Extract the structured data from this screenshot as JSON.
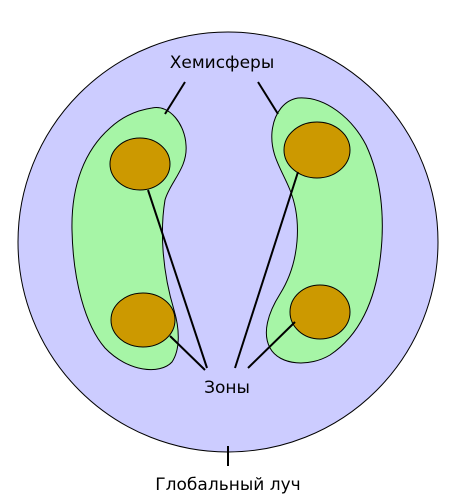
{
  "labels": {
    "hemispheres": "Хемисферы",
    "zones": "Зоны",
    "global_ray": "Глобальный луч"
  },
  "colors": {
    "circle_fill": "#ccccff",
    "hemisphere_fill": "#a6f5a6",
    "zone_fill": "#cc9900",
    "stroke": "#000000"
  }
}
